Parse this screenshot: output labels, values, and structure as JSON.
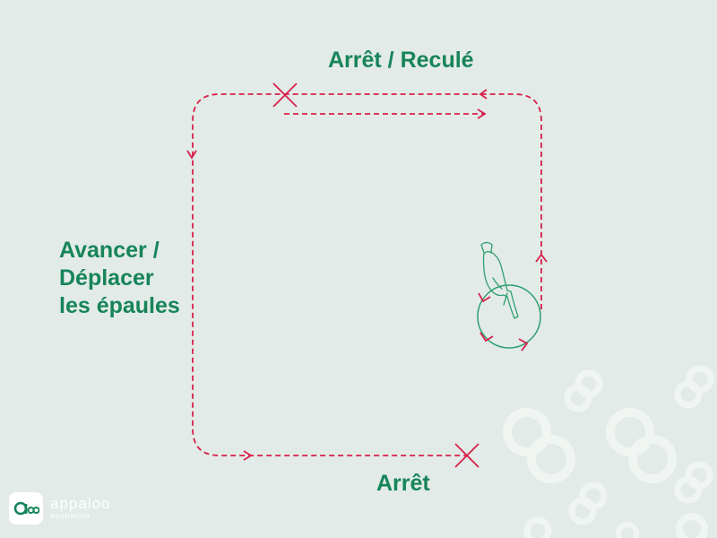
{
  "labels": {
    "top": "Arrêt / Reculé",
    "left_line1": "Avancer /",
    "left_line2": "Déplacer",
    "left_line3": "les épaules",
    "bottom": "Arrêt"
  },
  "logo": {
    "brand": "appaloo",
    "tagline": "équitation"
  },
  "colors": {
    "background": "#e2ebe7",
    "path": "#d6204a",
    "text": "#16845a",
    "horse": "#2f9e72",
    "decor": "#f3f7f5"
  },
  "icons": {
    "stop_mark": "cross-icon",
    "horse": "horse-icon",
    "logo": "appaloo-logo-icon"
  }
}
